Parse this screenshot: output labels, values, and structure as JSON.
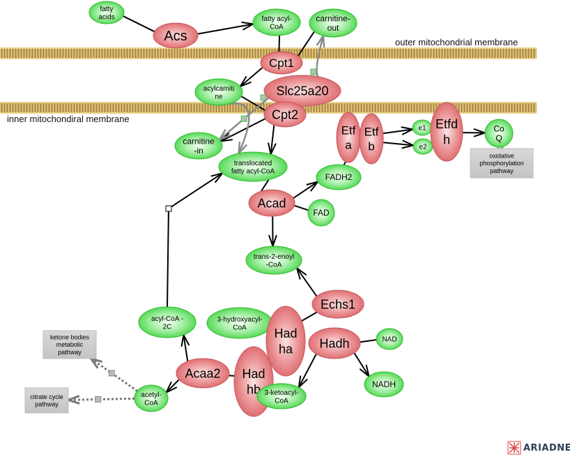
{
  "membranes": {
    "outer_label": "outer mitochondrial membrane",
    "inner_label": "inner mitochondiral membrane"
  },
  "colors": {
    "enzyme_fill": "#e4777b",
    "enzyme_stroke": "#c25a5e",
    "metabolite_fill": "#5de05d",
    "metabolite_stroke": "#2dbb2d",
    "pathway_fill": "#cfcfcf",
    "membrane": "#c9a95c"
  },
  "enzymes": [
    {
      "id": "acs",
      "label": [
        "Acs"
      ]
    },
    {
      "id": "cpt1",
      "label": [
        "Cpt1"
      ]
    },
    {
      "id": "slc25a20",
      "label": [
        "Slc25a20"
      ]
    },
    {
      "id": "cpt2",
      "label": [
        "Cpt2"
      ]
    },
    {
      "id": "etfa",
      "label": [
        "Etf",
        "a"
      ]
    },
    {
      "id": "etfb",
      "label": [
        "Etf",
        "b"
      ]
    },
    {
      "id": "etfdh",
      "label": [
        "Etfd",
        "h"
      ]
    },
    {
      "id": "acad",
      "label": [
        "Acad"
      ]
    },
    {
      "id": "echs1",
      "label": [
        "Echs1"
      ]
    },
    {
      "id": "hadha",
      "label": [
        "Had",
        "ha"
      ]
    },
    {
      "id": "hadh",
      "label": [
        "Hadh"
      ]
    },
    {
      "id": "hadhb",
      "label": [
        "Had",
        "hb"
      ]
    },
    {
      "id": "acaa2",
      "label": [
        "Acaa2"
      ]
    }
  ],
  "metabolites": [
    {
      "id": "fatty-acids",
      "label": [
        "fatty",
        "acids"
      ]
    },
    {
      "id": "fatty-acyl-coa",
      "label": [
        "fatty acyl-",
        "CoA"
      ]
    },
    {
      "id": "carnitine-out",
      "label": [
        "carnitine-",
        "out"
      ]
    },
    {
      "id": "acylcarnitine",
      "label": [
        "acylcarniti",
        "ne"
      ]
    },
    {
      "id": "carnitine-in",
      "label": [
        "carnitine",
        "-in"
      ]
    },
    {
      "id": "translocated-fatty-acyl-coa",
      "label": [
        "translocated",
        "fatty acyl-CoA"
      ]
    },
    {
      "id": "fadh2",
      "label": [
        "FADH2"
      ]
    },
    {
      "id": "fad",
      "label": [
        "FAD"
      ]
    },
    {
      "id": "e1",
      "label": [
        "e1"
      ]
    },
    {
      "id": "e2",
      "label": [
        "e2"
      ]
    },
    {
      "id": "coq",
      "label": [
        "Co",
        "Q"
      ]
    },
    {
      "id": "trans-2-enoyl-coa",
      "label": [
        "trans-2-enoyl",
        "-CoA"
      ]
    },
    {
      "id": "3-hydroxyacyl-coa",
      "label": [
        "3-hydroxyacyl-",
        "CoA"
      ]
    },
    {
      "id": "nad",
      "label": [
        "NAD"
      ]
    },
    {
      "id": "nadh",
      "label": [
        "NADH"
      ]
    },
    {
      "id": "3-ketoacyl-coa",
      "label": [
        "3-ketoacyl-",
        "CoA"
      ]
    },
    {
      "id": "acyl-coa-2c",
      "label": [
        "acyl-CoA -",
        "2C"
      ]
    },
    {
      "id": "acetyl-coa",
      "label": [
        "acetyl-",
        "CoA"
      ]
    }
  ],
  "pathways": [
    {
      "id": "oxidative-phosphorylation",
      "label": [
        "oxidative",
        "phosphorylation",
        "pathway"
      ]
    },
    {
      "id": "ketone-bodies",
      "label": [
        "ketone bodies",
        "metabolic",
        "pathway"
      ]
    },
    {
      "id": "citrate-cycle",
      "label": [
        "citrate cycle",
        "pathway"
      ]
    }
  ],
  "edges": [
    {
      "from": "fatty-acids",
      "to": "acs",
      "type": "line"
    },
    {
      "from": "acs",
      "to": "fatty-acyl-coa",
      "type": "arrow"
    },
    {
      "from": "fatty-acyl-coa",
      "to": "cpt1",
      "type": "line"
    },
    {
      "from": "carnitine-out",
      "to": "cpt1",
      "type": "line"
    },
    {
      "from": "cpt1",
      "to": "acylcarnitine",
      "type": "arrow"
    },
    {
      "from": "acylcarnitine",
      "to": "cpt2",
      "type": "line"
    },
    {
      "from": "cpt2",
      "to": "carnitine-in",
      "type": "arrow"
    },
    {
      "from": "cpt2",
      "to": "translocated-fatty-acyl-coa",
      "type": "arrow"
    },
    {
      "from": "translocated-fatty-acyl-coa",
      "to": "acad",
      "type": "line"
    },
    {
      "from": "acad",
      "to": "fadh2",
      "type": "arrow"
    },
    {
      "from": "acad",
      "to": "fad",
      "type": "line"
    },
    {
      "from": "acad",
      "to": "trans-2-enoyl-coa",
      "type": "arrow"
    },
    {
      "from": "fadh2",
      "to": "etfa",
      "type": "line"
    },
    {
      "from": "etfb",
      "to": "e1",
      "type": "arrow"
    },
    {
      "from": "etfb",
      "to": "e2",
      "type": "arrow"
    },
    {
      "from": "etfdh",
      "to": "coq",
      "type": "arrow"
    },
    {
      "from": "echs1",
      "to": "trans-2-enoyl-coa",
      "type": "arrow"
    },
    {
      "from": "echs1",
      "to": "hadha",
      "type": "line"
    },
    {
      "from": "hadh",
      "to": "nad",
      "type": "line"
    },
    {
      "from": "hadh",
      "to": "nadh",
      "type": "arrow"
    },
    {
      "from": "hadh",
      "to": "3-ketoacyl-coa",
      "type": "arrow"
    },
    {
      "from": "acaa2",
      "to": "acyl-coa-2c",
      "type": "arrow"
    },
    {
      "from": "acaa2",
      "to": "acetyl-coa",
      "type": "arrow"
    },
    {
      "from": "acaa2",
      "to": "hadhb",
      "type": "line"
    },
    {
      "from": "acyl-coa-2c",
      "to": "translocated-fatty-acyl-coa",
      "type": "recycle"
    },
    {
      "from": "acylcarnitine",
      "to": "translocated-fatty-acyl-coa",
      "type": "transport"
    },
    {
      "from": "slc25a20",
      "to": "carnitine-out",
      "type": "transport"
    },
    {
      "from": "slc25a20",
      "to": "carnitine-in",
      "type": "transport"
    },
    {
      "from": "coq",
      "to": "oxidative-phosphorylation",
      "type": "pathway-link"
    },
    {
      "from": "acetyl-coa",
      "to": "ketone-bodies",
      "type": "pathway-link"
    },
    {
      "from": "acetyl-coa",
      "to": "citrate-cycle",
      "type": "pathway-link"
    }
  ],
  "logo": {
    "text": "ARIADNE"
  }
}
